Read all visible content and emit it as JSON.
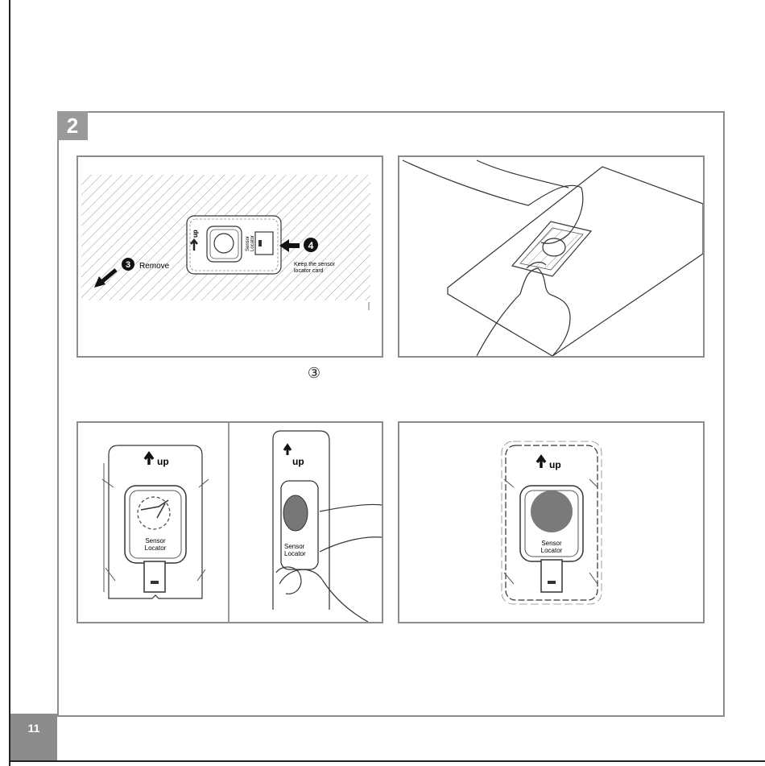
{
  "step": {
    "number": "2"
  },
  "panel1": {
    "step3_marker": "3",
    "step3_label": "Remove",
    "step4_marker": "4",
    "step4_label_line1": "Keep the sensor",
    "step4_label_line2": "locator card",
    "card_up": "up",
    "card_label_line1": "Sensor",
    "card_label_line2": "Locator"
  },
  "circled_note": "③",
  "panel3": {
    "left_up": "up",
    "left_label_line1": "Sensor",
    "left_label_line2": "Locator",
    "right_up": "up",
    "right_label_line1": "Sensor",
    "right_label_line2": "Locator"
  },
  "panel4": {
    "up": "up",
    "label_line1": "Sensor",
    "label_line2": "Locator"
  },
  "page_number": "11"
}
